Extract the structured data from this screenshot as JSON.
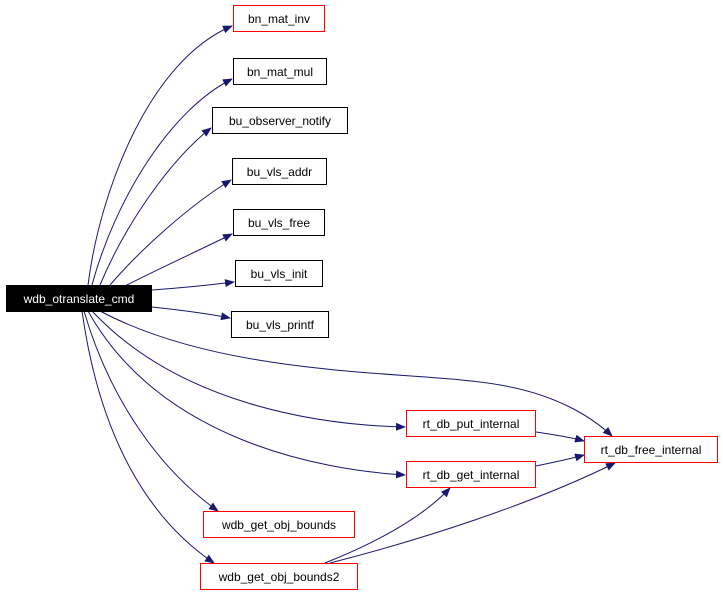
{
  "graph": {
    "root": {
      "id": "wdb_otranslate_cmd",
      "label": "wdb_otranslate_cmd"
    },
    "nodes": [
      {
        "id": "bn_mat_inv",
        "label": "bn_mat_inv",
        "border": "#ff0000"
      },
      {
        "id": "bn_mat_mul",
        "label": "bn_mat_mul",
        "border": "#000000"
      },
      {
        "id": "bu_observer_notify",
        "label": "bu_observer_notify",
        "border": "#000000"
      },
      {
        "id": "bu_vls_addr",
        "label": "bu_vls_addr",
        "border": "#000000"
      },
      {
        "id": "bu_vls_free",
        "label": "bu_vls_free",
        "border": "#000000"
      },
      {
        "id": "bu_vls_init",
        "label": "bu_vls_init",
        "border": "#000000"
      },
      {
        "id": "bu_vls_printf",
        "label": "bu_vls_printf",
        "border": "#000000"
      },
      {
        "id": "rt_db_put_internal",
        "label": "rt_db_put_internal",
        "border": "#ff0000"
      },
      {
        "id": "rt_db_get_internal",
        "label": "rt_db_get_internal",
        "border": "#ff0000"
      },
      {
        "id": "rt_db_free_internal",
        "label": "rt_db_free_internal",
        "border": "#ff0000"
      },
      {
        "id": "wdb_get_obj_bounds",
        "label": "wdb_get_obj_bounds",
        "border": "#ff0000"
      },
      {
        "id": "wdb_get_obj_bounds2",
        "label": "wdb_get_obj_bounds2",
        "border": "#ff0000"
      }
    ],
    "edges": [
      {
        "from": "wdb_otranslate_cmd",
        "to": "bn_mat_inv"
      },
      {
        "from": "wdb_otranslate_cmd",
        "to": "bn_mat_mul"
      },
      {
        "from": "wdb_otranslate_cmd",
        "to": "bu_observer_notify"
      },
      {
        "from": "wdb_otranslate_cmd",
        "to": "bu_vls_addr"
      },
      {
        "from": "wdb_otranslate_cmd",
        "to": "bu_vls_free"
      },
      {
        "from": "wdb_otranslate_cmd",
        "to": "bu_vls_init"
      },
      {
        "from": "wdb_otranslate_cmd",
        "to": "bu_vls_printf"
      },
      {
        "from": "wdb_otranslate_cmd",
        "to": "rt_db_free_internal"
      },
      {
        "from": "wdb_otranslate_cmd",
        "to": "rt_db_put_internal"
      },
      {
        "from": "wdb_otranslate_cmd",
        "to": "rt_db_get_internal"
      },
      {
        "from": "wdb_otranslate_cmd",
        "to": "wdb_get_obj_bounds"
      },
      {
        "from": "wdb_otranslate_cmd",
        "to": "wdb_get_obj_bounds2"
      },
      {
        "from": "rt_db_put_internal",
        "to": "rt_db_free_internal"
      },
      {
        "from": "rt_db_get_internal",
        "to": "rt_db_free_internal"
      },
      {
        "from": "wdb_get_obj_bounds2",
        "to": "rt_db_get_internal"
      },
      {
        "from": "wdb_get_obj_bounds2",
        "to": "rt_db_free_internal"
      }
    ],
    "colors": {
      "edge": "#191970",
      "root_fill": "#000000",
      "root_text": "#ffffff"
    }
  }
}
